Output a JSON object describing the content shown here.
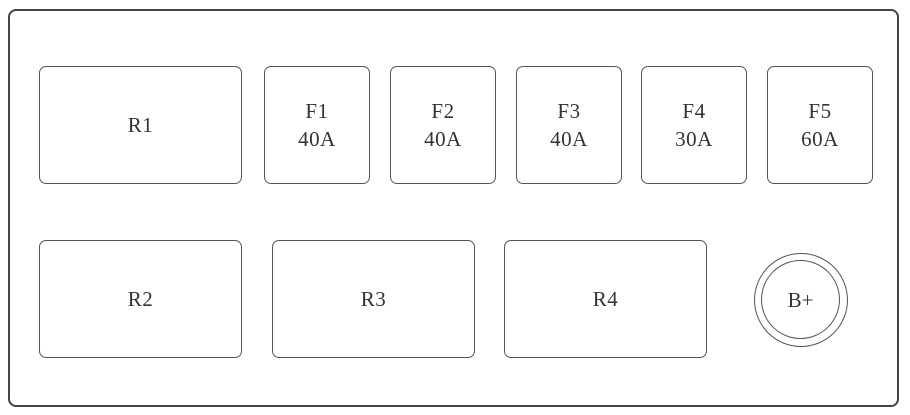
{
  "relays": {
    "r1": "R1",
    "r2": "R2",
    "r3": "R3",
    "r4": "R4"
  },
  "fuses": [
    {
      "name": "F1",
      "rating": "40A"
    },
    {
      "name": "F2",
      "rating": "40A"
    },
    {
      "name": "F3",
      "rating": "40A"
    },
    {
      "name": "F4",
      "rating": "30A"
    },
    {
      "name": "F5",
      "rating": "60A"
    }
  ],
  "terminal": {
    "label": "B+"
  }
}
